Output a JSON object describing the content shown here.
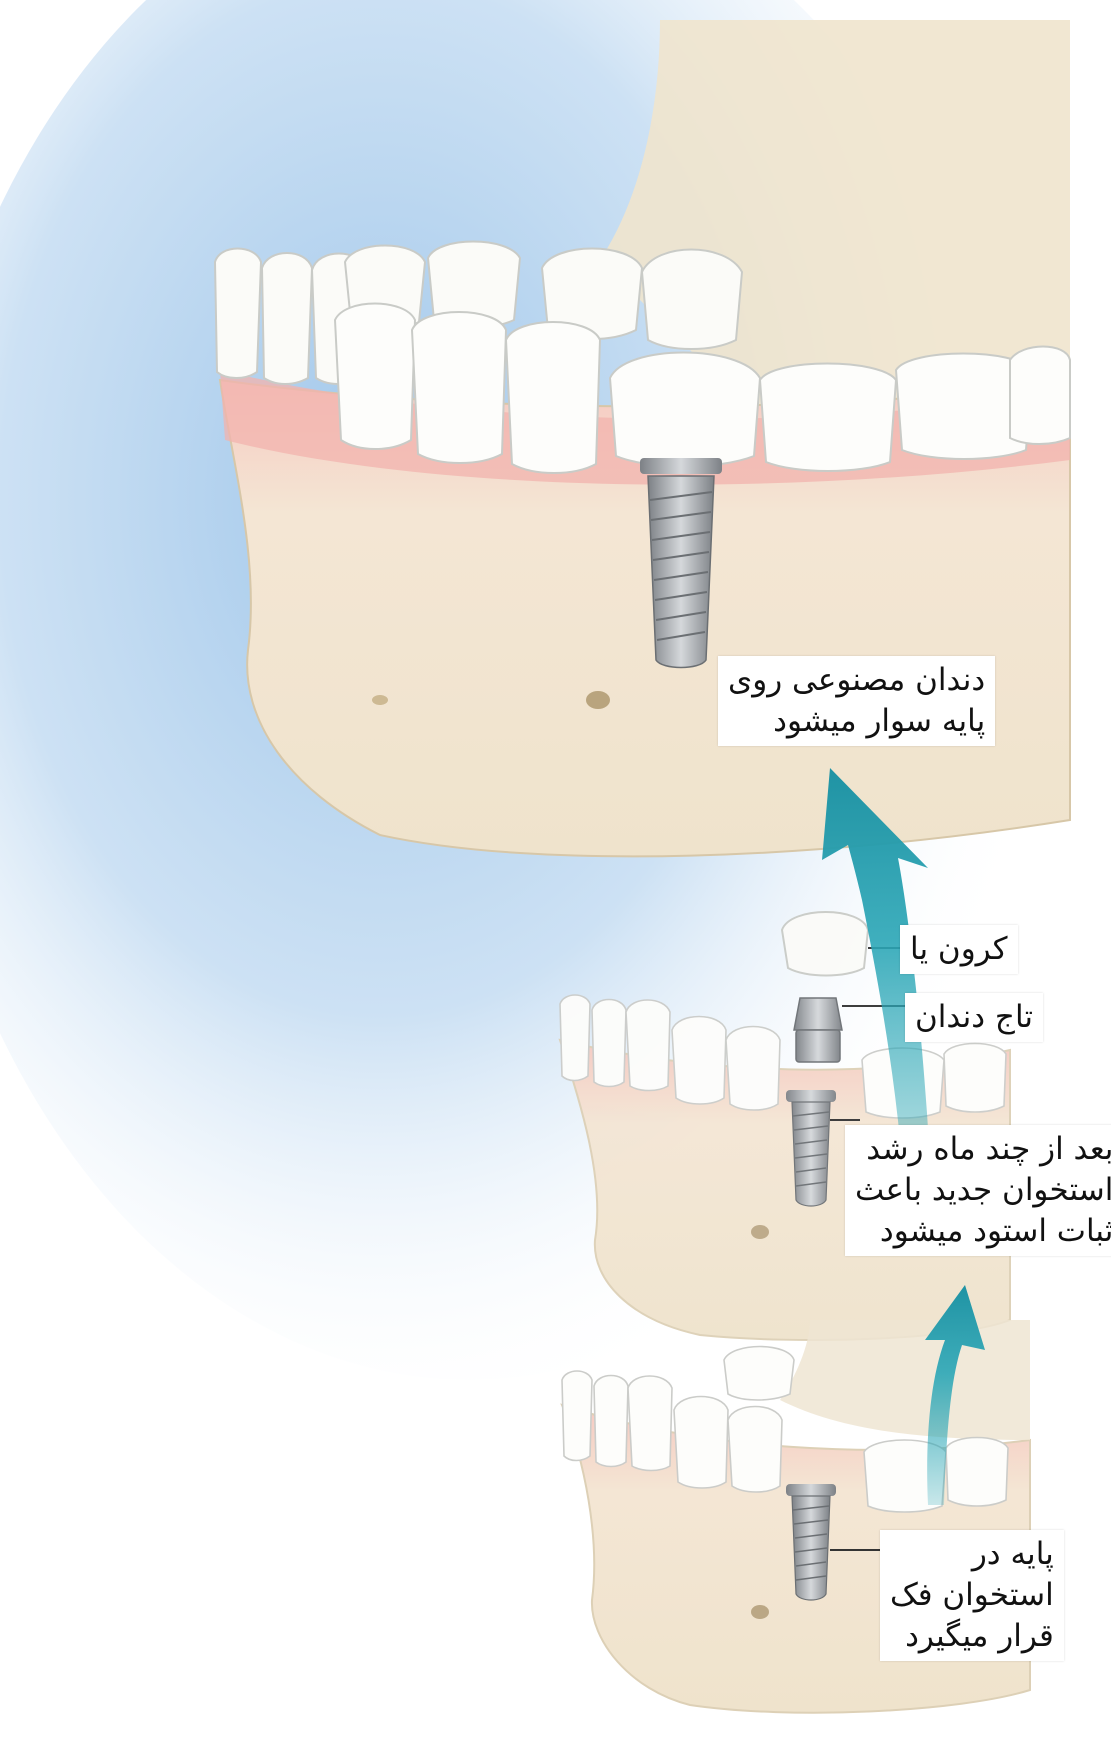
{
  "labels": {
    "crown_mounted": [
      "دندان مصنوعی روی",
      "پایه سوار میشود"
    ],
    "crown": [
      "کرون یا"
    ],
    "tooth_cap": [
      "تاج دندان"
    ],
    "bone_growth": [
      "بعد از چند ماه رشد",
      "استخوان جدید باعث",
      "ثبات استود میشود"
    ],
    "implant_placed": [
      "پایه در",
      "استخوان فک",
      "قرار میگیرد"
    ]
  },
  "colors": {
    "background_glow": "#9fc6ea",
    "bone": "#f1e7d3",
    "gum": "#f2b3ad",
    "tooth": "#fbfbf8",
    "metal": "#a7abb0",
    "arrow": "#2aa6b6"
  }
}
